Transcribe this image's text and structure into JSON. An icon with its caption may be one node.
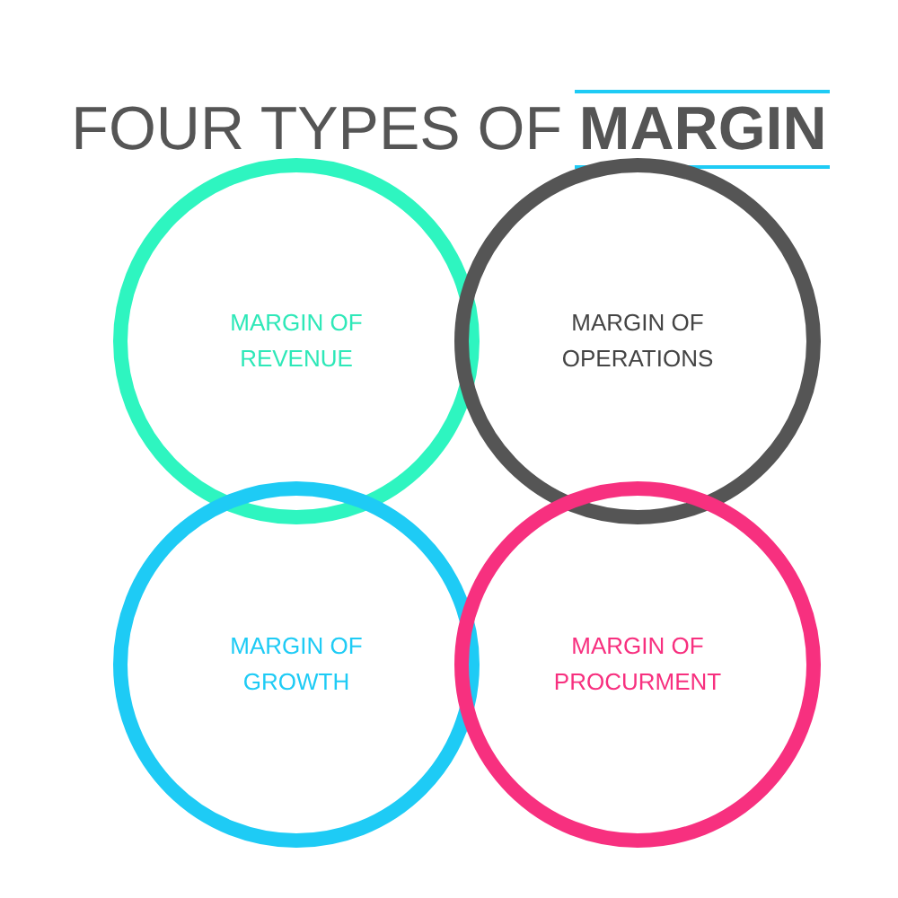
{
  "diagram": {
    "title": "FOUR TYPES OF **MARGIN**",
    "nodes": [
      {
        "text": [
          "MARGIN OF REVENUE"
        ]
      },
      {
        "text": [
          "MARGIN OF OPERATIONS"
        ]
      },
      {
        "text": [
          "MARGIN OF GROWTH"
        ]
      },
      {
        "text": [
          "MARGIN OF PROCURMENT"
        ]
      }
    ]
  }
}
